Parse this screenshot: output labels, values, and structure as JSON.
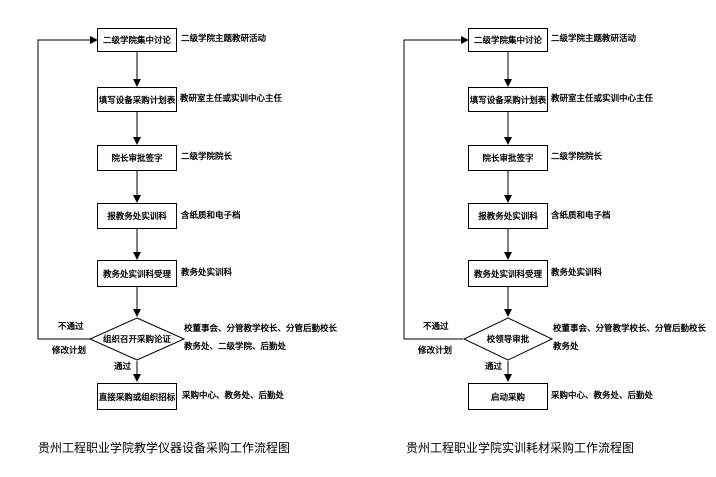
{
  "left": {
    "steps": [
      "二级学院集中讨论",
      "填写设备采购计划表",
      "院长审批签字",
      "报教务处实训科",
      "教务处实训科受理"
    ],
    "notes": [
      "二级学院主题教研活动",
      "教研室主任或实训中心主任",
      "二级学院院长",
      "含纸质和电子档",
      "教务处实训科"
    ],
    "decision": "组织召开采购论证",
    "decision_note_line1": "校董事会、分管教学校长、分管后勤校长",
    "decision_note_line2": "教务处、二级学院、后勤处",
    "reject_label": "不通过",
    "revise_label": "修改计划",
    "pass_label": "通过",
    "final": "直接采购或组织招标",
    "final_note": "采购中心、教务处、后勤处",
    "caption": "贵州工程职业学院教学仪器设备采购工作流程图"
  },
  "right": {
    "steps": [
      "二级学院集中讨论",
      "填写设备采购计划表",
      "院长审批签字",
      "报教务处实训科",
      "教务处实训科受理"
    ],
    "notes": [
      "二级学院主题教研活动",
      "教研室主任或实训中心主任",
      "二级学院院长",
      "含纸质和电子档",
      "教务处实训科"
    ],
    "decision": "校领导审批",
    "decision_note_line1": "校董事会、分管教学校长、分管后勤校长",
    "decision_note_line2": "教务处",
    "reject_label": "不通过",
    "revise_label": "修改计划",
    "pass_label": "通过",
    "final": "启动采购",
    "final_note": "采购中心、教务处、后勤处",
    "caption": "贵州工程职业学院实训耗材采购工作流程图"
  }
}
